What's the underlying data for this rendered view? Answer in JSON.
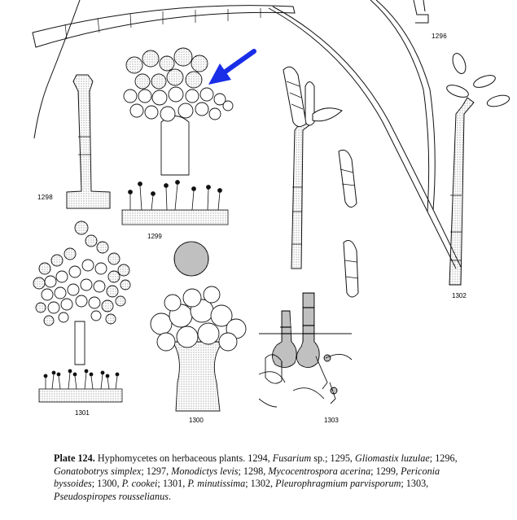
{
  "figure_labels": {
    "f1296": "1296",
    "f1298": "1298",
    "f1299": "1299",
    "f1300": "1300",
    "f1301": "1301",
    "f1302": "1302",
    "f1303": "1303"
  },
  "caption": {
    "plate": "Plate 124.",
    "segments": [
      {
        "t": " Hyphomycetes on herbaceous plants. 1294, ",
        "i": false
      },
      {
        "t": "Fusarium",
        "i": true
      },
      {
        "t": " sp.; 1295, ",
        "i": false
      },
      {
        "t": "Gliomastix luzulae",
        "i": true
      },
      {
        "t": "; 1296, ",
        "i": false
      },
      {
        "t": "Gonatobotrys simplex",
        "i": true
      },
      {
        "t": "; 1297, ",
        "i": false
      },
      {
        "t": "Monodictys levis",
        "i": true
      },
      {
        "t": "; 1298, ",
        "i": false
      },
      {
        "t": "Mycocentrospora acerina",
        "i": true
      },
      {
        "t": "; 1299, ",
        "i": false
      },
      {
        "t": "Periconia byssoides",
        "i": true
      },
      {
        "t": "; 1300, ",
        "i": false
      },
      {
        "t": "P. cookei",
        "i": true
      },
      {
        "t": "; 1301, ",
        "i": false
      },
      {
        "t": "P. minutissima",
        "i": true
      },
      {
        "t": "; 1302, ",
        "i": false
      },
      {
        "t": "Pleurophragmium parvisporum",
        "i": true
      },
      {
        "t": "; 1303, ",
        "i": false
      },
      {
        "t": "Pseudospiropes rousselianus",
        "i": true
      },
      {
        "t": ".",
        "i": false
      }
    ]
  },
  "annotation": {
    "arrow_color": "#1a2ee8"
  }
}
